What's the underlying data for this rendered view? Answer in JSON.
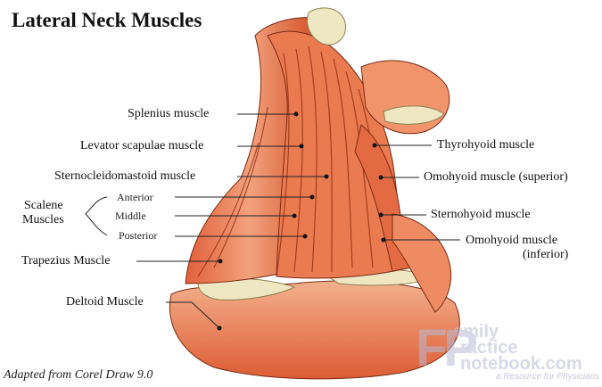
{
  "title": "Lateral Neck Muscles",
  "labels": {
    "splenius": "Splenius muscle",
    "levator": "Levator scapulae muscle",
    "sternocleido": "Sternocleidomastoid muscle",
    "scalene_group": "Scalene",
    "scalene_group2": "Muscles",
    "anterior": "Anterior",
    "middle": "Middle",
    "posterior": "Posterior",
    "trapezius": "Trapezius Muscle",
    "deltoid": "Deltoid Muscle",
    "thyrohyoid": "Thyrohyoid muscle",
    "omohyoid_sup": "Omohyoid muscle (superior)",
    "sternohyoid": "Sternohyoid muscle",
    "omohyoid_inf": "Omohyoid muscle",
    "omohyoid_inf2": "(inferior)"
  },
  "credit": "Adapted from Corel Draw 9.0",
  "watermark": {
    "big": "FP",
    "word1": "amily",
    "word2": "ractice",
    "word3": "notebook.com",
    "tagline": "a Resource for Physicians"
  }
}
